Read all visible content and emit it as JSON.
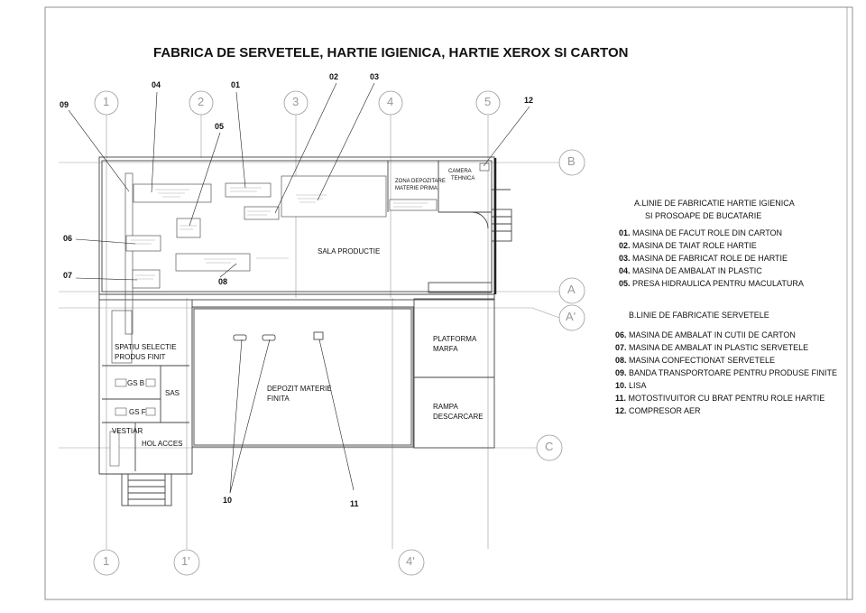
{
  "title": "FABRICA DE SERVETELE, HARTIE IGIENICA, HARTIE XEROX SI CARTON",
  "axes": {
    "top": [
      "1",
      "2",
      "3",
      "4",
      "5"
    ],
    "right": [
      "B",
      "A",
      "A'",
      "C"
    ],
    "bottom": [
      "1",
      "1'",
      "4'"
    ]
  },
  "rooms": {
    "sala_productie": "SALA PRODUCTIE",
    "zona_depozitare_1": "ZONA DEPOZITARE",
    "zona_depozitare_2": "MATERIE PRIMA",
    "camera_tehnica_1": "CAMERA",
    "camera_tehnica_2": "TEHNICA",
    "spatiu_selectie_1": "SPATIU SELECTIE",
    "spatiu_selectie_2": "PRODUS FINIT",
    "gs_b": "GS B",
    "gs_f": "GS F",
    "sas": "SAS",
    "vestiar": "VESTIAR",
    "hol_acces": "HOL ACCES",
    "depozit_1": "DEPOZIT MATERIE",
    "depozit_2": "FINITA",
    "platforma_1": "PLATFORMA",
    "platforma_2": "MARFA",
    "rampa_1": "RAMPA",
    "rampa_2": "DESCARCARE"
  },
  "callouts": [
    "01",
    "02",
    "03",
    "04",
    "05",
    "06",
    "07",
    "08",
    "09",
    "10",
    "11",
    "12"
  ],
  "legend_a": {
    "heading_1": "A.LINIE DE FABRICATIE HARTIE IGIENICA",
    "heading_2": "SI PROSOAPE DE BUCATARIE",
    "items": [
      {
        "num": "01.",
        "text": " MASINA DE FACUT ROLE DIN CARTON"
      },
      {
        "num": "02.",
        "text": " MASINA DE TAIAT ROLE HARTIE"
      },
      {
        "num": "03.",
        "text": " MASINA DE FABRICAT ROLE DE HARTIE"
      },
      {
        "num": "04.",
        "text": " MASINA DE AMBALAT IN PLASTIC"
      },
      {
        "num": "05.",
        "text": " PRESA HIDRAULICA PENTRU MACULATURA"
      }
    ]
  },
  "legend_b": {
    "heading": "B.LINIE DE FABRICATIE SERVETELE",
    "items": [
      {
        "num": "06.",
        "text": " MASINA DE AMBALAT IN CUTII DE CARTON"
      },
      {
        "num": "07.",
        "text": " MASINA DE AMBALAT IN PLASTIC SERVETELE"
      },
      {
        "num": "08.",
        "text": " MASINA CONFECTIONAT SERVETELE"
      },
      {
        "num": "09.",
        "text": " BANDA TRANSPORTOARE PENTRU PRODUSE FINITE"
      },
      {
        "num": "10.",
        "text": " LISA"
      },
      {
        "num": "11.",
        "text": " MOTOSTIVUITOR CU BRAT PENTRU ROLE HARTIE"
      },
      {
        "num": "12.",
        "text": " COMPRESOR AER"
      }
    ]
  },
  "colors": {
    "line": "#444444",
    "grid": "#9a9a9a",
    "ink": "#111111"
  }
}
